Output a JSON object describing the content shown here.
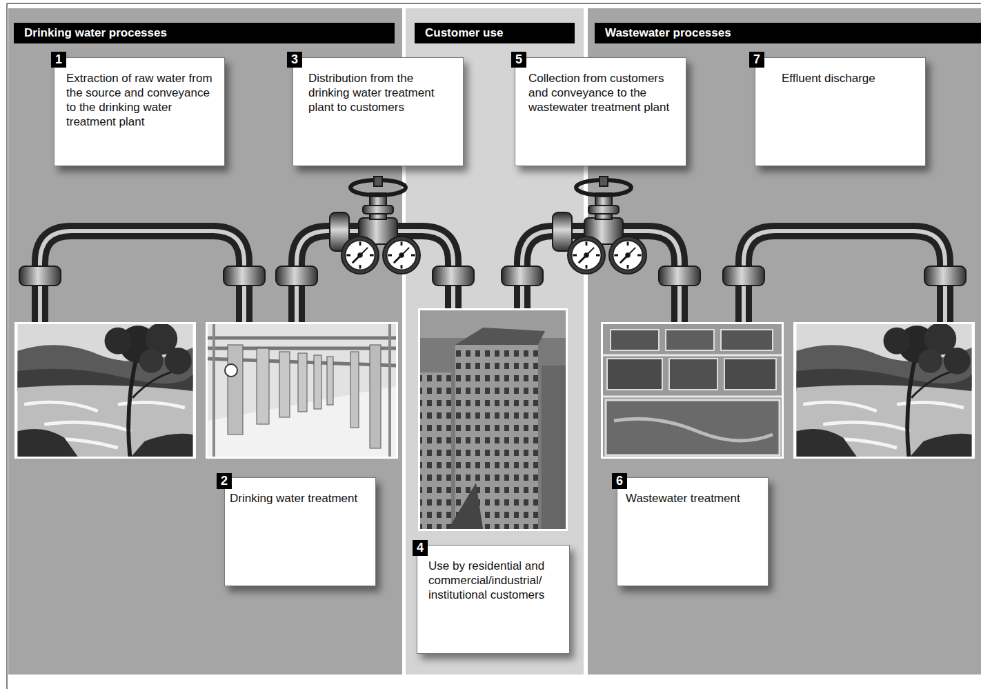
{
  "diagram": {
    "nodes": [
      {
        "text": [
          "Drinking water processes"
        ]
      },
      {
        "text": [
          "1",
          "Extraction of raw water from the source and conveyance to the drinking water treatment plant"
        ],
        "in": 0
      },
      {
        "text": [
          "2",
          "Drinking water treatment"
        ],
        "in": 0
      },
      {
        "text": [
          "3",
          "Distribution from the drinking water treatment plant to customers"
        ],
        "in": 0
      },
      {
        "text": [
          "Customer use"
        ]
      },
      {
        "text": [
          "4",
          "Use by residential and commercial/industrial/ institutional customers"
        ],
        "in": 4
      },
      {
        "text": [
          "Wastewater processes"
        ]
      },
      {
        "text": [
          "5",
          "Collection from customers and conveyance to the wastewater treatment plant"
        ],
        "in": 6
      },
      {
        "text": [
          "6",
          "Wastewater treatment"
        ],
        "in": 6
      },
      {
        "text": [
          "7",
          "Effluent discharge"
        ],
        "in": 6
      }
    ]
  }
}
